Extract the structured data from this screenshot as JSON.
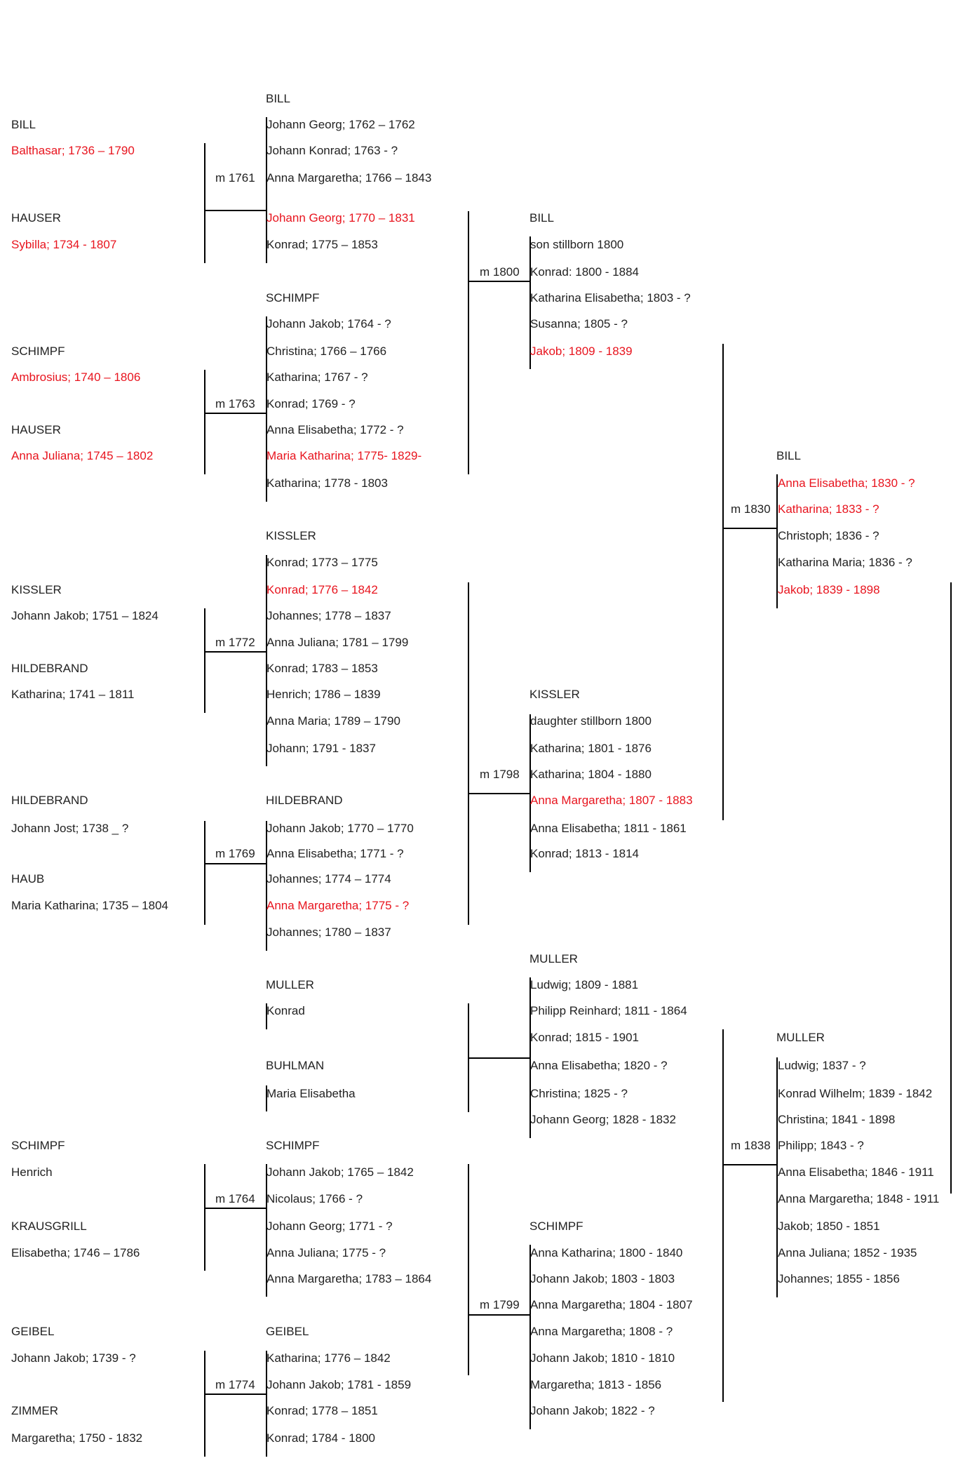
{
  "accent_color": "#e8141e",
  "parents": [
    {
      "surname": "BILL",
      "name": "Balthasar; 1736 – 1790",
      "red": true
    },
    {
      "surname": "HAUSER",
      "name": "Sybilla; 1734 - 1807",
      "red": true
    },
    {
      "surname": "SCHIMPF",
      "name": "Ambrosius; 1740 – 1806",
      "red": true
    },
    {
      "surname": "HAUSER",
      "name": "Anna Juliana; 1745 – 1802",
      "red": true
    },
    {
      "surname": "KISSLER",
      "name": "Johann Jakob; 1751 – 1824",
      "red": false
    },
    {
      "surname": "HILDEBRAND",
      "name": "Katharina; 1741 – 1811",
      "red": false
    },
    {
      "surname": "HILDEBRAND",
      "name": "Johann Jost; 1738 _ ?",
      "red": false
    },
    {
      "surname": "HAUB",
      "name": "Maria Katharina; 1735 – 1804",
      "red": false
    },
    {
      "surname": "SCHIMPF",
      "name": "Henrich",
      "red": false
    },
    {
      "surname": "KRAUSGRILL",
      "name": "Elisabetha; 1746 – 1786",
      "red": false
    },
    {
      "surname": "GEIBEL",
      "name": "Johann Jakob; 1739 - ?",
      "red": false
    },
    {
      "surname": "ZIMMER",
      "name": "Margaretha; 1750 - 1832",
      "red": false
    }
  ],
  "marriages1": [
    "m 1761",
    "m 1763",
    "m 1772",
    "m 1769",
    "m 1764",
    "m 1774"
  ],
  "families2": [
    {
      "surname": "BILL",
      "children": [
        {
          "text": "Johann Georg; 1762 – 1762",
          "red": false
        },
        {
          "text": "Johann Konrad; 1763 - ?",
          "red": false
        },
        {
          "text": "Anna Margaretha; 1766 – 1843",
          "red": false
        },
        {
          "text": "Johann Georg; 1770 – 1831",
          "red": true
        },
        {
          "text": "Konrad; 1775 – 1853",
          "red": false
        }
      ]
    },
    {
      "surname": "SCHIMPF",
      "children": [
        {
          "text": "Johann Jakob; 1764 - ?",
          "red": false
        },
        {
          "text": "Christina; 1766 – 1766",
          "red": false
        },
        {
          "text": "Katharina; 1767 - ?",
          "red": false
        },
        {
          "text": "Konrad; 1769 - ?",
          "red": false
        },
        {
          "text": "Anna Elisabetha; 1772 - ?",
          "red": false
        },
        {
          "text": "Maria Katharina; 1775- 1829-",
          "red": true
        },
        {
          "text": "Katharina; 1778 - 1803",
          "red": false
        }
      ]
    },
    {
      "surname": "KISSLER",
      "children": [
        {
          "text": "Konrad; 1773 – 1775",
          "red": false
        },
        {
          "text": "Konrad; 1776 – 1842",
          "red": true
        },
        {
          "text": "Johannes; 1778 – 1837",
          "red": false
        },
        {
          "text": "Anna Juliana; 1781 – 1799",
          "red": false
        },
        {
          "text": "Konrad; 1783 – 1853",
          "red": false
        },
        {
          "text": "Henrich; 1786 – 1839",
          "red": false
        },
        {
          "text": "Anna Maria; 1789 – 1790",
          "red": false
        },
        {
          "text": "Johann; 1791 - 1837",
          "red": false
        }
      ]
    },
    {
      "surname": "HILDEBRAND",
      "children": [
        {
          "text": "Johann Jakob; 1770 – 1770",
          "red": false
        },
        {
          "text": "Anna Elisabetha; 1771 - ?",
          "red": false
        },
        {
          "text": "Johannes; 1774 – 1774",
          "red": false
        },
        {
          "text": "Anna Margaretha; 1775 - ?",
          "red": true
        },
        {
          "text": "Johannes; 1780 – 1837",
          "red": false
        }
      ]
    },
    {
      "surname": "MULLER",
      "children": [
        {
          "text": "Konrad",
          "red": false
        }
      ]
    },
    {
      "surname": "BUHLMAN",
      "children": [
        {
          "text": "Maria Elisabetha",
          "red": false
        }
      ]
    },
    {
      "surname": "SCHIMPF",
      "children": [
        {
          "text": "Johann Jakob; 1765 – 1842",
          "red": false
        },
        {
          "text": "Nicolaus; 1766 - ?",
          "red": false
        },
        {
          "text": "Johann Georg; 1771 - ?",
          "red": false
        },
        {
          "text": "Anna Juliana; 1775 - ?",
          "red": false
        },
        {
          "text": "Anna Margaretha; 1783 – 1864",
          "red": false
        }
      ]
    },
    {
      "surname": "GEIBEL",
      "children": [
        {
          "text": "Katharina; 1776 – 1842",
          "red": false
        },
        {
          "text": "Johann Jakob; 1781 - 1859",
          "red": false
        },
        {
          "text": "Konrad; 1778 – 1851",
          "red": false
        },
        {
          "text": "Konrad; 1784 - 1800",
          "red": false
        }
      ]
    }
  ],
  "marriages2": [
    "m 1800",
    "m 1798",
    "",
    "m 1799"
  ],
  "families3": [
    {
      "surname": "BILL",
      "children": [
        {
          "text": "son stillborn 1800",
          "red": false
        },
        {
          "text": "Konrad: 1800 - 1884",
          "red": false
        },
        {
          "text": "Katharina Elisabetha; 1803 - ?",
          "red": false
        },
        {
          "text": "Susanna; 1805 - ?",
          "red": false
        },
        {
          "text": "Jakob; 1809 - 1839",
          "red": true
        }
      ]
    },
    {
      "surname": "KISSLER",
      "children": [
        {
          "text": "daughter stillborn 1800",
          "red": false
        },
        {
          "text": "Katharina; 1801 - 1876",
          "red": false
        },
        {
          "text": "Katharina; 1804 - 1880",
          "red": false
        },
        {
          "text": "Anna Margaretha; 1807 - 1883",
          "red": true
        },
        {
          "text": "Anna Elisabetha; 1811 - 1861",
          "red": false
        },
        {
          "text": "Konrad; 1813 - 1814",
          "red": false
        }
      ]
    },
    {
      "surname": "MULLER",
      "children": [
        {
          "text": "Ludwig; 1809 - 1881",
          "red": false
        },
        {
          "text": "Philipp Reinhard; 1811 - 1864",
          "red": false
        },
        {
          "text": "Konrad; 1815 - 1901",
          "red": false
        },
        {
          "text": "Anna Elisabetha; 1820 - ?",
          "red": false
        },
        {
          "text": "Christina; 1825 - ?",
          "red": false
        },
        {
          "text": "Johann Georg; 1828 - 1832",
          "red": false
        }
      ]
    },
    {
      "surname": "SCHIMPF",
      "children": [
        {
          "text": "Anna Katharina; 1800 - 1840",
          "red": false
        },
        {
          "text": "Johann Jakob; 1803 - 1803",
          "red": false
        },
        {
          "text": "Anna Margaretha; 1804 - 1807",
          "red": false
        },
        {
          "text": "Anna Margaretha; 1808 - ?",
          "red": false
        },
        {
          "text": "Johann Jakob; 1810 - 1810",
          "red": false
        },
        {
          "text": "Margaretha; 1813 - 1856",
          "red": false
        },
        {
          "text": "Johann Jakob; 1822 - ?",
          "red": false
        }
      ]
    }
  ],
  "marriages3": [
    "m 1830",
    "m 1838"
  ],
  "families4": [
    {
      "surname": "BILL",
      "children": [
        {
          "text": "Anna Elisabetha; 1830 - ?",
          "red": true
        },
        {
          "text": "Katharina; 1833 - ?",
          "red": true
        },
        {
          "text": "Christoph; 1836 - ?",
          "red": false
        },
        {
          "text": "Katharina Maria; 1836 - ?",
          "red": false
        },
        {
          "text": "Jakob; 1839 - 1898",
          "red": true
        }
      ]
    },
    {
      "surname": "MULLER",
      "children": [
        {
          "text": "Ludwig; 1837 - ?",
          "red": false
        },
        {
          "text": "Konrad Wilhelm; 1839 - 1842",
          "red": false
        },
        {
          "text": "Christina; 1841 - 1898",
          "red": false
        },
        {
          "text": "Philipp; 1843 - ?",
          "red": false
        },
        {
          "text": "Anna Elisabetha; 1846 - 1911",
          "red": false
        },
        {
          "text": "Anna Margaretha; 1848 - 1911",
          "red": false
        },
        {
          "text": "Jakob; 1850 - 1851",
          "red": false
        },
        {
          "text": "Anna Juliana; 1852 - 1935",
          "red": false
        },
        {
          "text": "Johannes; 1855 - 1856",
          "red": false
        }
      ]
    }
  ]
}
